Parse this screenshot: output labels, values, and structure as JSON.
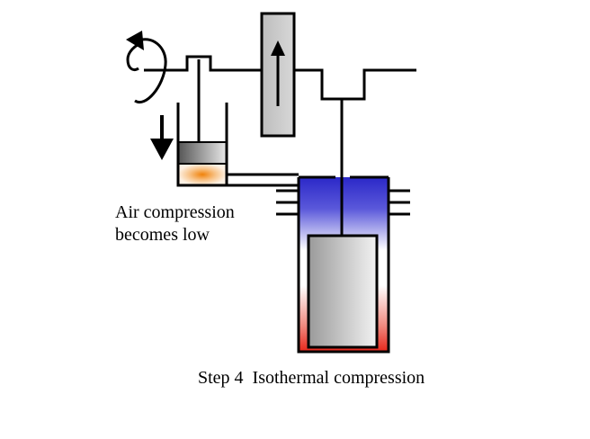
{
  "diagram": {
    "annotation": {
      "line1": "Air compression",
      "line2": "becomes low"
    },
    "caption": "Step 4  Isothermal compression",
    "colors": {
      "cylinder_hot": "#e8261a",
      "cylinder_cold": "#2b28c8",
      "displacer_light": "#e6e6e6",
      "displacer_dark": "#9a9a9a",
      "small_piston_light": "#e0e0e0",
      "small_piston_dark": "#606060",
      "compressed_air": "#f49a28",
      "slider_box": "#c8c8c8",
      "line": "#000000"
    },
    "icons": [
      "rotation-arrow-icon",
      "down-arrow-icon",
      "up-arrow-icon"
    ]
  }
}
